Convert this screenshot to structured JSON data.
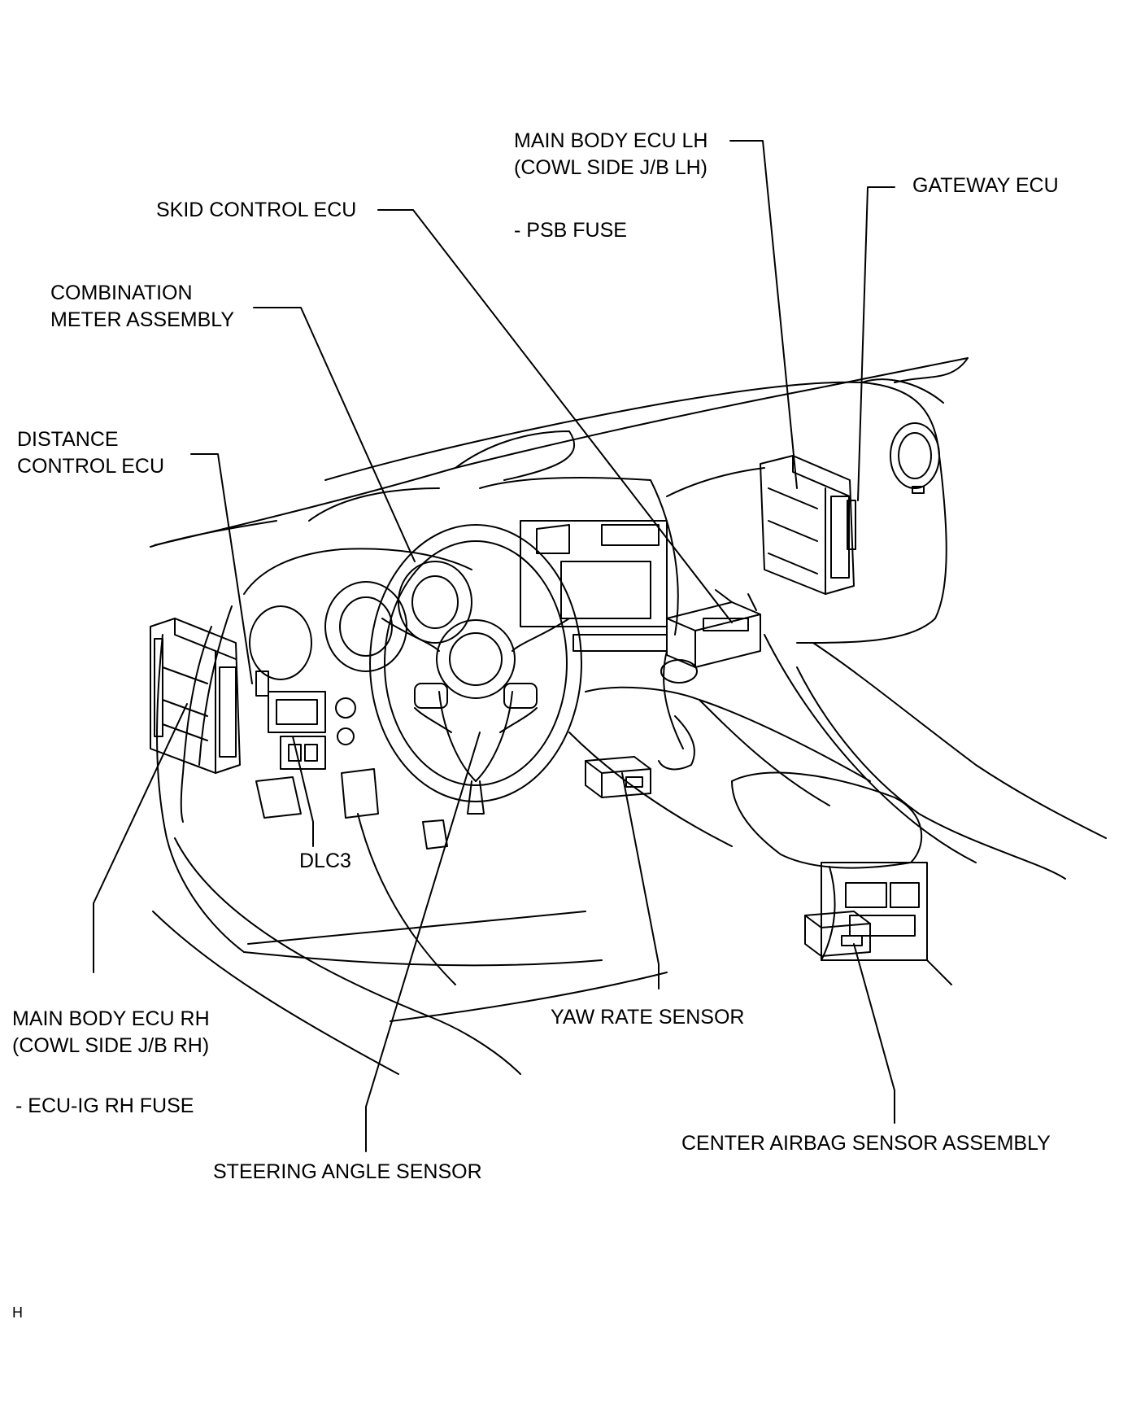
{
  "labels": {
    "main_body_ecu_lh": [
      "MAIN BODY ECU LH",
      "(COWL SIDE J/B LH)"
    ],
    "psb_fuse": "- PSB FUSE",
    "gateway_ecu": "GATEWAY ECU",
    "skid_control_ecu": "SKID CONTROL ECU",
    "combination_meter": [
      "COMBINATION",
      "METER ASSEMBLY"
    ],
    "distance_control_ecu": [
      "DISTANCE",
      "CONTROL ECU"
    ],
    "dlc3": "DLC3",
    "main_body_ecu_rh": [
      "MAIN BODY ECU RH",
      "(COWL SIDE J/B RH)"
    ],
    "ecu_ig_rh_fuse": "- ECU-IG RH FUSE",
    "yaw_rate_sensor": "YAW RATE SENSOR",
    "center_airbag_sensor": "CENTER AIRBAG SENSOR ASSEMBLY",
    "steering_angle_sensor": "STEERING ANGLE SENSOR"
  },
  "corner_mark": "H"
}
